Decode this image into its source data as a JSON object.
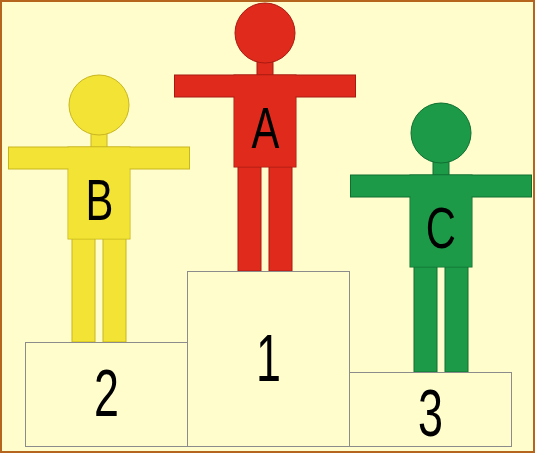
{
  "diagram": {
    "nodes": [
      {
        "text": [
          "B"
        ]
      },
      {
        "text": [
          "A"
        ]
      },
      {
        "text": [
          "C"
        ]
      },
      {
        "text": [
          "2"
        ]
      },
      {
        "text": [
          "1"
        ]
      },
      {
        "text": [
          "3"
        ]
      }
    ]
  }
}
